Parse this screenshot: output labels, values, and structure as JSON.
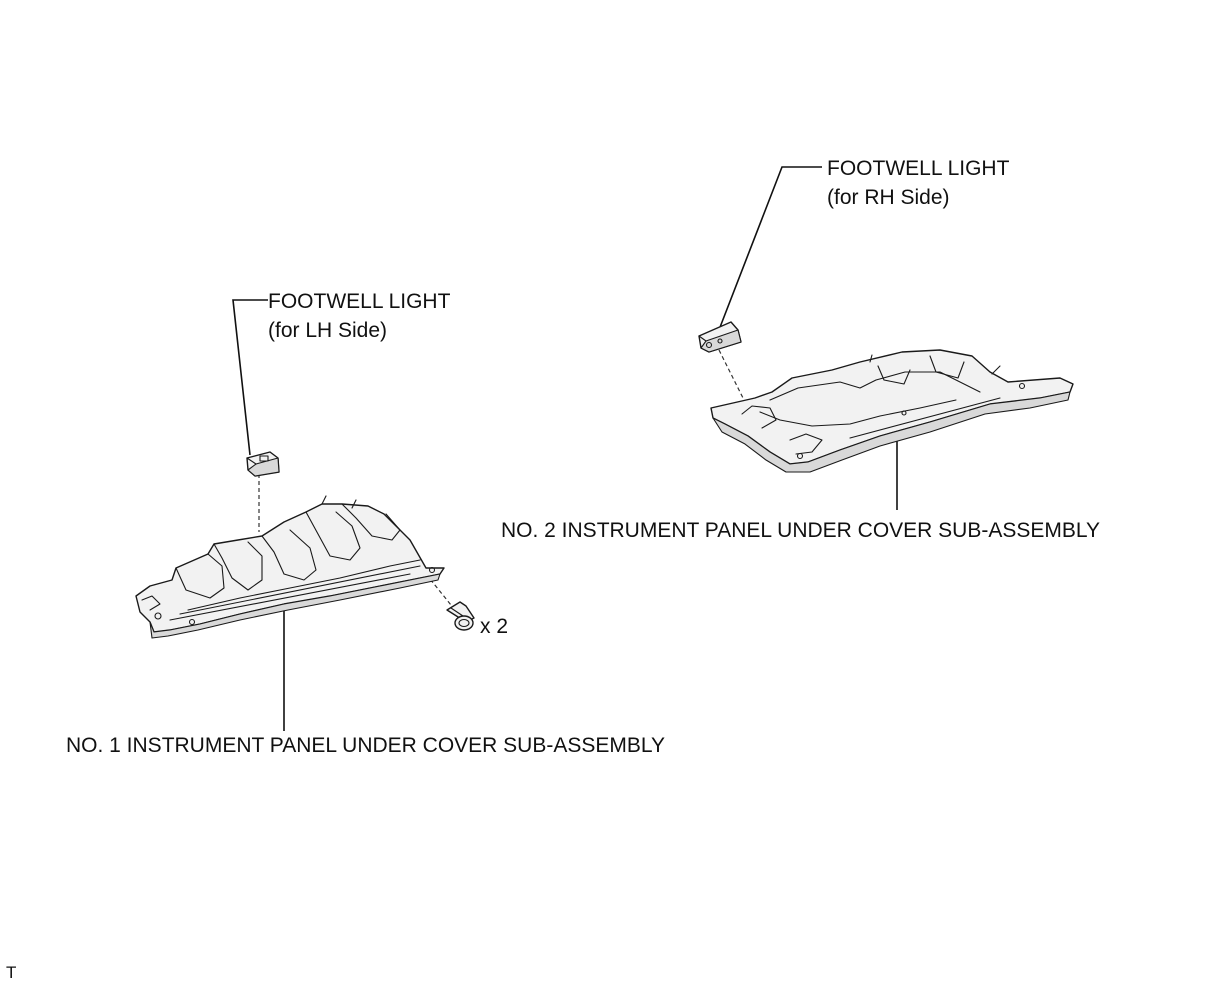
{
  "labels": {
    "footwell_rh": {
      "line1": "FOOTWELL LIGHT",
      "line2": "(for RH Side)"
    },
    "footwell_lh": {
      "line1": "FOOTWELL LIGHT",
      "line2": "(for LH Side)"
    },
    "cover_no2": "NO. 2 INSTRUMENT PANEL UNDER COVER SUB-ASSEMBLY",
    "cover_no1": "NO. 1 INSTRUMENT PANEL UNDER COVER SUB-ASSEMBLY",
    "screw_qty": "x 2",
    "corner_mark": "T"
  },
  "colors": {
    "line": "#111111",
    "part_fill": "#f2f2f2",
    "part_shade": "#d9d9d9"
  }
}
